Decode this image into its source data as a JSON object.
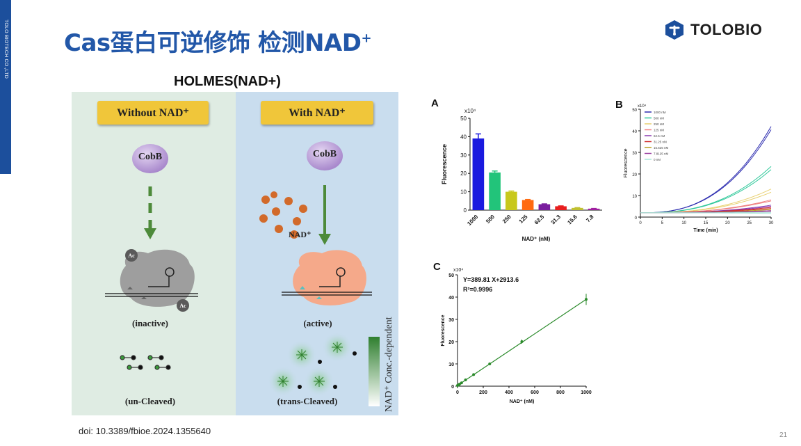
{
  "sidebar": {
    "text": "TOLO BIOTECH CO.,LTD",
    "color": "#1c4f9c"
  },
  "slide": {
    "title": "Cas蛋白可逆修饰 检测NAD",
    "title_sup": "+",
    "logo": "TOLOBIO",
    "holmes": "HOLMES(NAD+)",
    "doi": "doi: 10.3389/fbioe.2024.1355640",
    "page": "21"
  },
  "schematic": {
    "left_tag": "Without NAD⁺",
    "right_tag": "With NAD⁺",
    "cobb": "CobB",
    "ac": "Ac",
    "nad": "NAD⁺",
    "inactive": "(inactive)",
    "active": "(active)",
    "uncleaved": "(un-Cleaved)",
    "trans_cleaved": "(trans-Cleaved)",
    "gradient_label": "NAD⁺ Conc.-dependent"
  },
  "chart_data": [
    {
      "panel": "A",
      "type": "bar",
      "ylabel": "Fluorescence",
      "xlabel": "NAD⁺ (nM)",
      "yscale_label": "x10⁴",
      "ylim": [
        0,
        50
      ],
      "yticks": [
        0,
        10,
        20,
        30,
        40,
        50
      ],
      "categories": [
        "1000",
        "500",
        "250",
        "125",
        "62.5",
        "31.3",
        "15.6",
        "7.8"
      ],
      "values": [
        39,
        20.5,
        10,
        5.5,
        3.2,
        2.1,
        1.2,
        0.8
      ],
      "errors": [
        2.5,
        0.8,
        0.4,
        0.3,
        0.2,
        0.2,
        0.15,
        0.1
      ],
      "colors": [
        "#1a1adf",
        "#22c47a",
        "#c8c81c",
        "#ff6a10",
        "#7a1e9e",
        "#e81e1e",
        "#c0c030",
        "#a020a0"
      ]
    },
    {
      "panel": "B",
      "type": "line",
      "ylabel": "Fluorescence",
      "xlabel": "Time (min)",
      "yscale_label": "x10⁴",
      "xlim": [
        0,
        30
      ],
      "ylim": [
        0,
        50
      ],
      "xticks": [
        0,
        5,
        10,
        15,
        20,
        25,
        30
      ],
      "yticks": [
        0,
        10,
        20,
        30,
        40,
        50
      ],
      "legend": [
        "1000 nM",
        "500 nM",
        "250 nM",
        "125 nM",
        "62.5 nM",
        "31.25 nM",
        "15.625 nM",
        "7.8125 nM",
        "0 nM"
      ],
      "series_colors": [
        "#2d2db0",
        "#2ec89a",
        "#e8d070",
        "#f08080",
        "#8a3ab0",
        "#d03030",
        "#b8a020",
        "#9a40a0",
        "#a8e8d8"
      ],
      "end_values": [
        42,
        23.5,
        13,
        8,
        5.5,
        4.5,
        3.5,
        3,
        2.2
      ],
      "start_value": 2
    },
    {
      "panel": "C",
      "type": "scatter",
      "ylabel": "Fluorescence",
      "xlabel": "NAD⁺ (nM)",
      "yscale_label": "x10⁴",
      "equation": "Y=389.81 X+2913.6",
      "r2": "R²=0.9996",
      "xlim": [
        0,
        1000
      ],
      "ylim": [
        0,
        50
      ],
      "xticks": [
        0,
        200,
        400,
        600,
        800,
        1000
      ],
      "yticks": [
        0,
        10,
        20,
        30,
        40,
        50
      ],
      "x": [
        0,
        7.8,
        15.6,
        31.3,
        62.5,
        125,
        250,
        500,
        1000
      ],
      "y": [
        0.3,
        0.6,
        0.9,
        1.5,
        2.8,
        5.2,
        10,
        20,
        39
      ],
      "color": "#2a8a2a"
    }
  ]
}
